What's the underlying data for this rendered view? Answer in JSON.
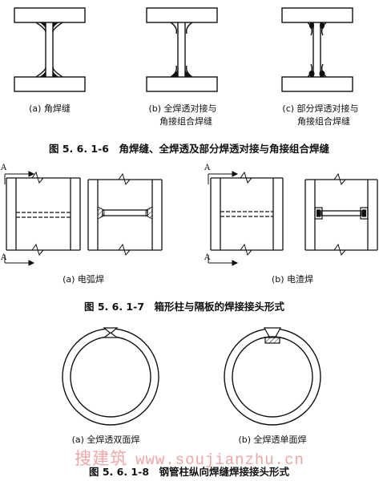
{
  "figure1": {
    "labels": [
      "(a) 角焊缝",
      "(b) 全焊透对接与",
      "角接组合焊缝",
      "(c) 部分焊透对接与",
      "角接组合焊缝"
    ],
    "caption": "图 5. 6. 1-6　角焊缝、全焊透及部分焊透对接与角接组合焊缝"
  },
  "figure2": {
    "section_marker": "A",
    "labels": [
      "(a) 电弧焊",
      "(b) 电渣焊"
    ],
    "caption": "图 5. 6. 1-7　箱形柱与隔板的焊接接头形式"
  },
  "figure3": {
    "labels": [
      "(a)  全焊透双面焊",
      "(b)  全焊透单面焊"
    ],
    "caption": "图 5. 6. 1-8　钢管柱纵向焊缝焊接接头形式"
  },
  "watermark": {
    "text": "搜建筑",
    "url": "www.soujianzhu.cn"
  }
}
